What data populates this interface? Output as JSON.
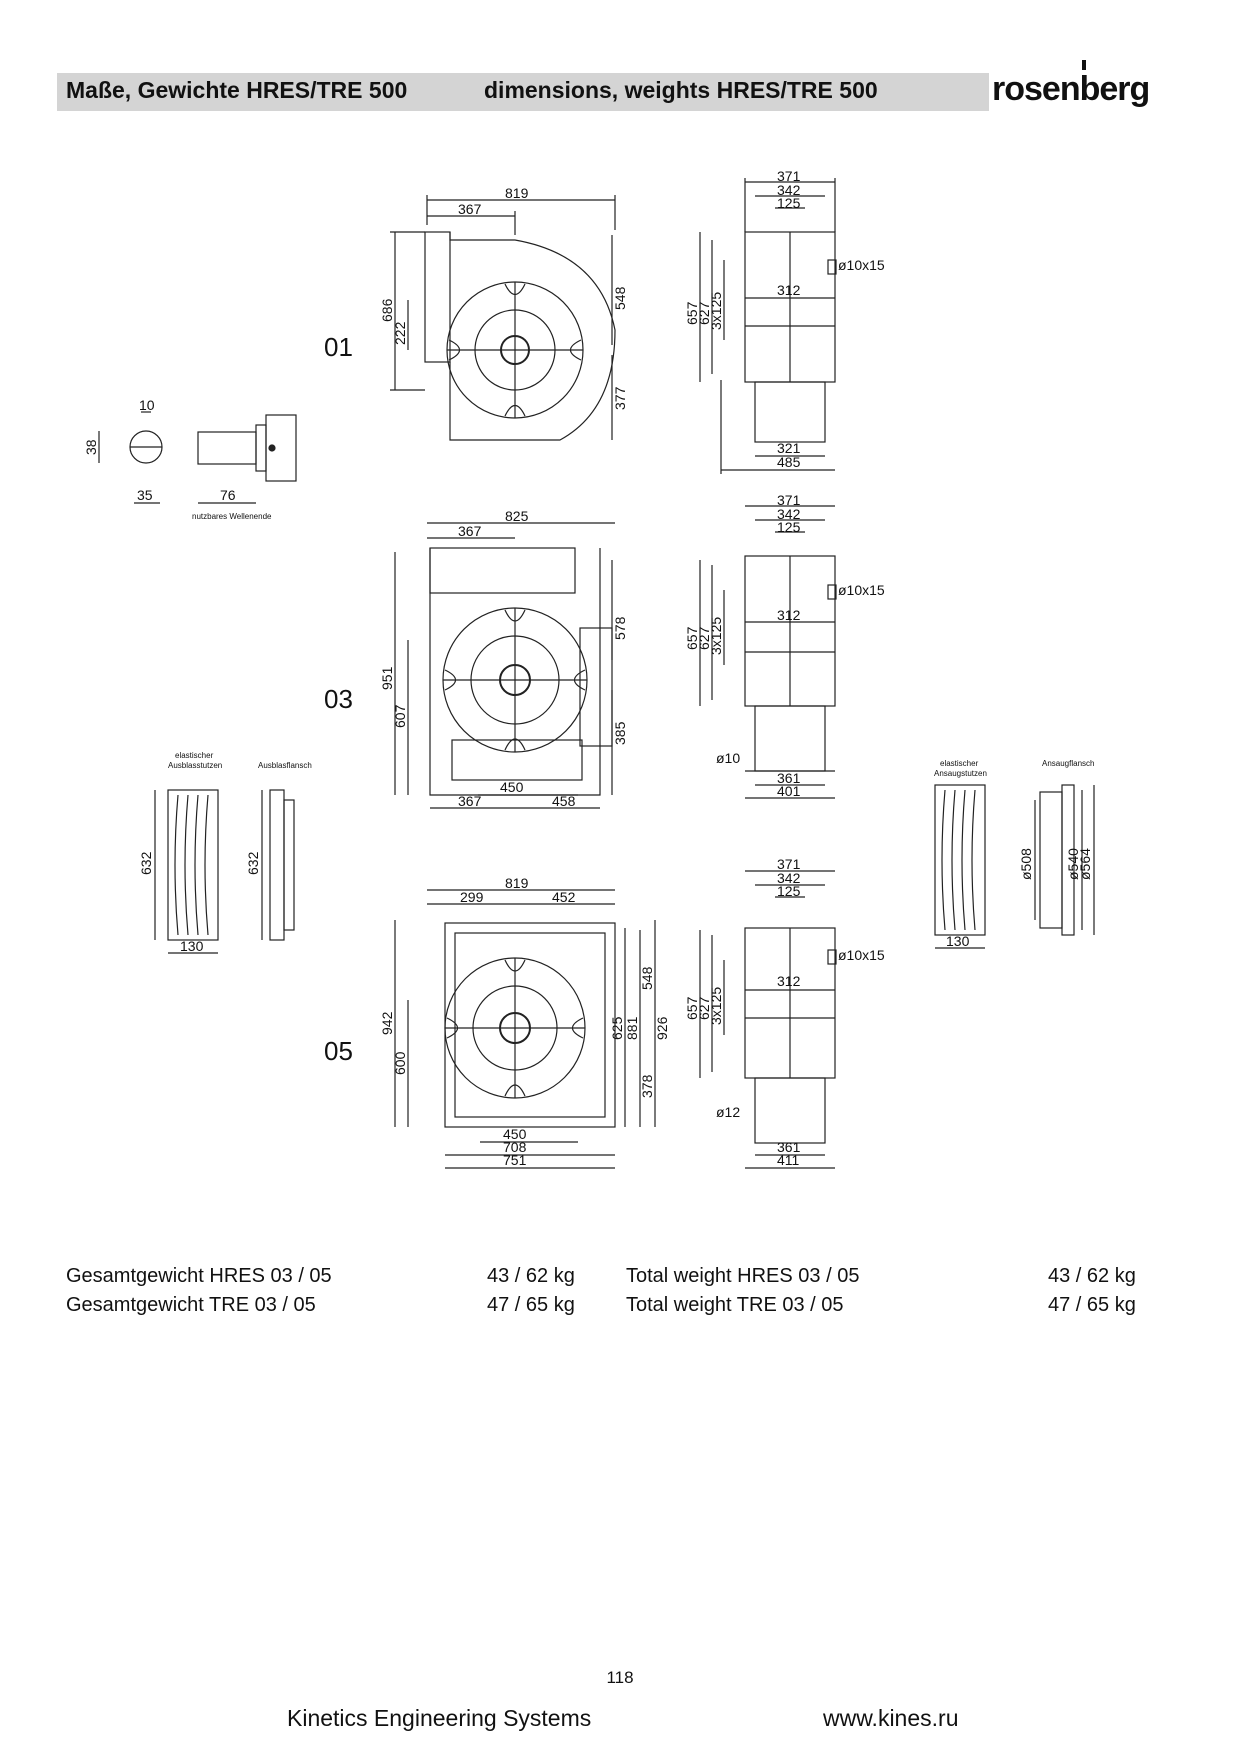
{
  "header": {
    "title_de": "Maße, Gewichte HRES/TRE 500",
    "title_en": "dimensions, weights HRES/TRE 500",
    "logo_text": "rosenberg"
  },
  "variants": [
    "01",
    "03",
    "05"
  ],
  "dimensions": {
    "v01_front": [
      "819",
      "367",
      "686",
      "222",
      "548",
      "377"
    ],
    "v01_side": [
      "371",
      "342",
      "125",
      "ø10x15",
      "657",
      "627",
      "3x125",
      "312",
      "321",
      "485"
    ],
    "shaft": [
      "10",
      "38",
      "35",
      "76"
    ],
    "shaft_note": "nutzbares Wellenende",
    "v03_front": [
      "825",
      "367",
      "951",
      "607",
      "578",
      "385",
      "450",
      "367",
      "458"
    ],
    "v03_side": [
      "371",
      "342",
      "125",
      "ø10x15",
      "657",
      "627",
      "3x125",
      "312",
      "ø10",
      "361",
      "401"
    ],
    "v05_front": [
      "819",
      "299",
      "452",
      "942",
      "600",
      "548",
      "625",
      "881",
      "926",
      "378",
      "450",
      "708",
      "751"
    ],
    "v05_side": [
      "371",
      "342",
      "125",
      "ø10x15",
      "657",
      "627",
      "3x125",
      "312",
      "ø12",
      "361",
      "411"
    ],
    "outlet_connector": {
      "label_1": "elastischer",
      "label_2": "Ausblasstutzen",
      "height": "632",
      "width": "130"
    },
    "outlet_flange": {
      "label": "Ausblasflansch",
      "height": "632"
    },
    "inlet_connector": {
      "label_1": "elastischer",
      "label_2": "Ansaugstutzen",
      "width": "130"
    },
    "inlet_flange": {
      "label": "Ansaugflansch",
      "d1": "ø508",
      "d2": "ø540",
      "d3": "ø564"
    }
  },
  "weights": {
    "de": [
      {
        "label": "Gesamtgewicht HRES 03 / 05",
        "value": "43 / 62 kg"
      },
      {
        "label": "Gesamtgewicht TRE 03 / 05",
        "value": "47 / 65 kg"
      }
    ],
    "en": [
      {
        "label": "Total weight HRES  03 / 05",
        "value": "43 / 62 kg"
      },
      {
        "label": "Total weight TRE 03 / 05",
        "value": "47 / 65 kg"
      }
    ]
  },
  "footer": {
    "page_number": "118",
    "company": "Kinetics Engineering Systems",
    "url": "www.kines.ru"
  }
}
